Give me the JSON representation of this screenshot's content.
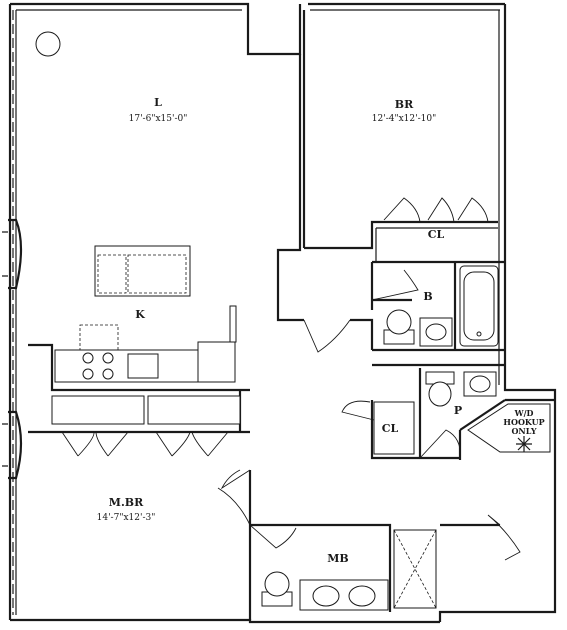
{
  "rooms": {
    "living": {
      "name": "L",
      "dims": "17'-6\"x15'-0\""
    },
    "bedroom": {
      "name": "BR",
      "dims": "12'-4\"x12'-10\""
    },
    "closet_br": {
      "name": "CL"
    },
    "bath": {
      "name": "B"
    },
    "kitchen": {
      "name": "K"
    },
    "closet_hall": {
      "name": "CL"
    },
    "pantry": {
      "name": "P"
    },
    "master_bedroom": {
      "name": "M.BR",
      "dims": "14'-7\"x12'-3\""
    },
    "master_bath": {
      "name": "MB"
    }
  },
  "laundry": {
    "line1": "W/D",
    "line2": "HOOKUP",
    "line3": "ONLY"
  },
  "colors": {
    "line": "#1a1a1a",
    "paper": "#ffffff"
  }
}
